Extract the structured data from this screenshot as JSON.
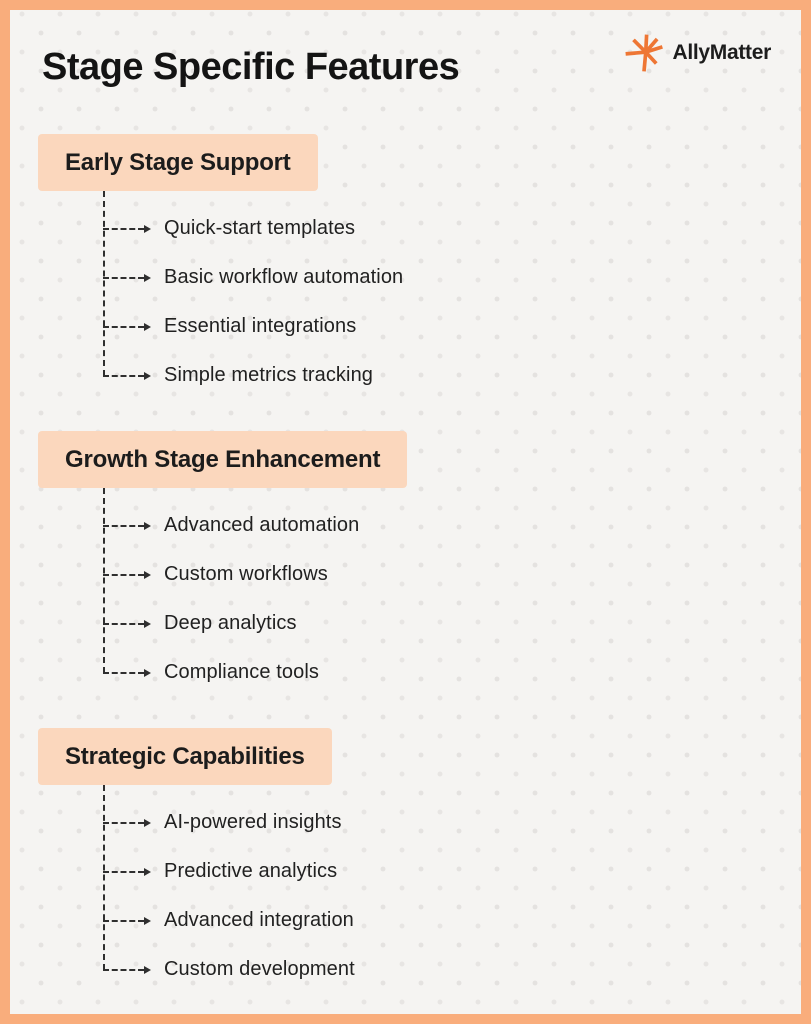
{
  "title": "Stage Specific Features",
  "brand": {
    "name": "AllyMatter",
    "icon": "starburst-icon",
    "accent_color": "#ee7634"
  },
  "colors": {
    "frame": "#f9ad7c",
    "background": "#f5f4f2",
    "dots": "#e4e2e0",
    "header_box": "#fbd7bd",
    "text": "#1c1c1c",
    "connector": "#2f2f2f"
  },
  "sections": [
    {
      "title": "Early Stage Support",
      "items": [
        "Quick-start templates",
        "Basic workflow automation",
        "Essential integrations",
        "Simple metrics tracking"
      ]
    },
    {
      "title": "Growth Stage Enhancement",
      "items": [
        "Advanced automation",
        "Custom workflows",
        "Deep analytics",
        "Compliance tools"
      ]
    },
    {
      "title": "Strategic Capabilities",
      "items": [
        "AI-powered insights",
        "Predictive analytics",
        "Advanced integration",
        "Custom development"
      ]
    }
  ]
}
